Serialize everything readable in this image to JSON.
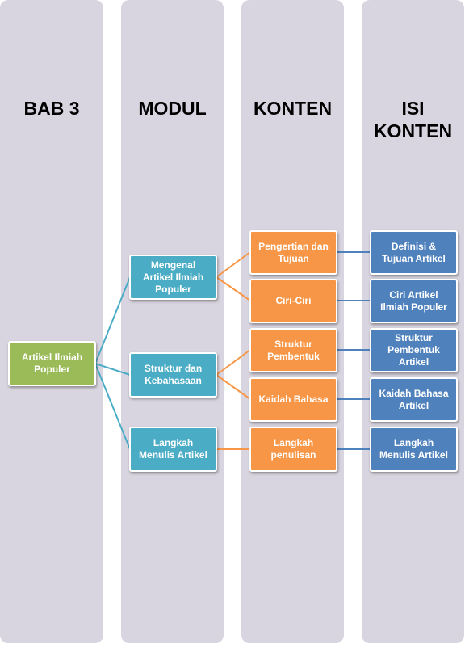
{
  "columns": {
    "bab": "BAB 3",
    "modul": "MODUL",
    "konten": "KONTEN",
    "isi_konten": "ISI\nKONTEN"
  },
  "nodes": {
    "root": "Artikel Ilmiah\nPopuler",
    "modul": [
      "Mengenal\nArtikel Ilmiah\nPopuler",
      "Struktur dan\nKebahasaan",
      "Langkah\nMenulis Artikel"
    ],
    "konten": [
      "Pengertian dan\nTujuan",
      "Ciri-Ciri",
      "Struktur\nPembentuk",
      "Kaidah Bahasa",
      "Langkah\npenulisan"
    ],
    "isi_konten": [
      "Definisi &\nTujuan Artikel",
      "Ciri  Artikel\nIlmiah Populer",
      "Struktur\nPembentuk\nArtikel",
      "Kaidah Bahasa\nArtikel",
      "Langkah\nMenulis Artikel"
    ]
  },
  "colors": {
    "column_bg": "#d9d5e0",
    "root": "#9bbb59",
    "modul": "#4bacc6",
    "konten": "#f79646",
    "isi_konten": "#4f81bd"
  }
}
